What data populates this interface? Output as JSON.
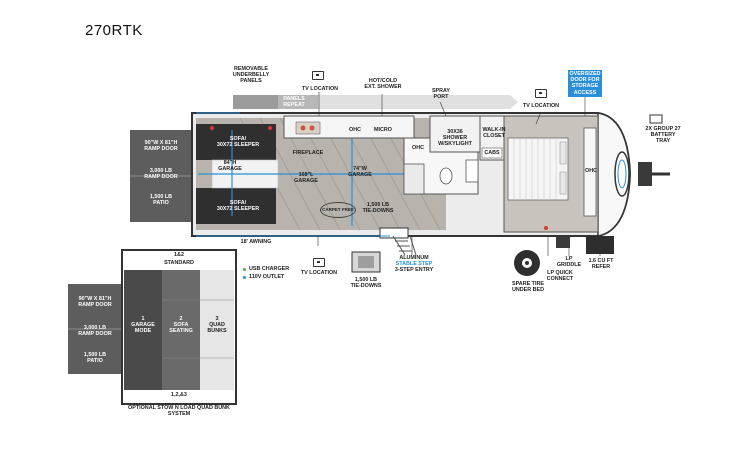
{
  "model": "270RTK",
  "labels": {
    "removable_panels": "REMOVABLE\nUNDERBELLY\nPANELS",
    "panels_repeat": "PANELS\nREPEAT",
    "tv_location_top": "TV LOCATION",
    "hot_cold_shower": "HOT/COLD\nEXT. SHOWER",
    "spray_port": "SPRAY\nPORT",
    "tv_location_bedroom": "TV LOCATION",
    "oversized_door": "OVERSIZED\nDOOR FOR\nSTORAGE\nACCESS",
    "battery_tray": "2X GROUP 27\nBATTERY\nTRAY",
    "ramp_door": "90\"W x 81\"H\nRAMP DOOR",
    "ramp_door_lb": "3,000 LB\nRAMP DOOR",
    "patio": "1,500 LB\nPATIO",
    "sofa_top": "SOFA/\n30x72 SLEEPER",
    "sofa_bottom": "SOFA/\n30x72 SLEEPER",
    "garage_84": "84\"H\nGARAGE",
    "garage_168": "168\"L\nGARAGE",
    "garage_74": "74\"W\nGARAGE",
    "fireplace": "FIREPLACE",
    "ohc_1": "OHC",
    "micro": "MICRO",
    "ohc_2": "OHC",
    "shower": "30x36\nSHOWER\nw/SKYLIGHT",
    "walk_in_closet": "WALK-IN\nCLOSET",
    "cabs": "CABS",
    "ohc_3": "OHC",
    "tie_downs_floor": "1,500 LB\nTIE-DOWNS",
    "carpet_free": "CARPET FREE",
    "awning": "18' AWNING",
    "usb_charger": "USB CHARGER",
    "outlet": "110V OUTLET",
    "tv_location_bottom": "TV LOCATION",
    "tie_downs_ext": "1,500 LB\nTIE-DOWNS",
    "aluminum": "ALUMINUM",
    "stable_step": "STABLE STEP",
    "step_entry": "3-STEP ENTRY",
    "spare_tire": "SPARE TIRE\nUNDER BED",
    "lp_griddle": "LP\nGRIDDLE",
    "lp_connect": "LP QUICK\nCONNECT",
    "refer": "1.6 CU FT\nREFER"
  },
  "inset": {
    "header": "1&2",
    "subheader": "STANDARD",
    "ramp_door": "90\"W x 81\"H\nRAMP DOOR",
    "ramp_door_lb": "3,000 LB\nRAMP DOOR",
    "patio": "1,500 LB\nPATIO",
    "mode1": "1\nGARAGE\nMODE",
    "mode2": "2\nSOFA\nSEATING",
    "mode3": "3\nQUAD\nBUNKS",
    "footer": "1,2,&3",
    "footer_sub": "OPTIONAL STOW N LOAD QUAD BUNK SYSTEM"
  },
  "colors": {
    "accent_blue": "#2a8fd6",
    "floor": "#b9b3ad",
    "dark": "#3d3d3d",
    "usb_dot": "#4caf50",
    "outlet_dot": "#2a8fd6"
  }
}
